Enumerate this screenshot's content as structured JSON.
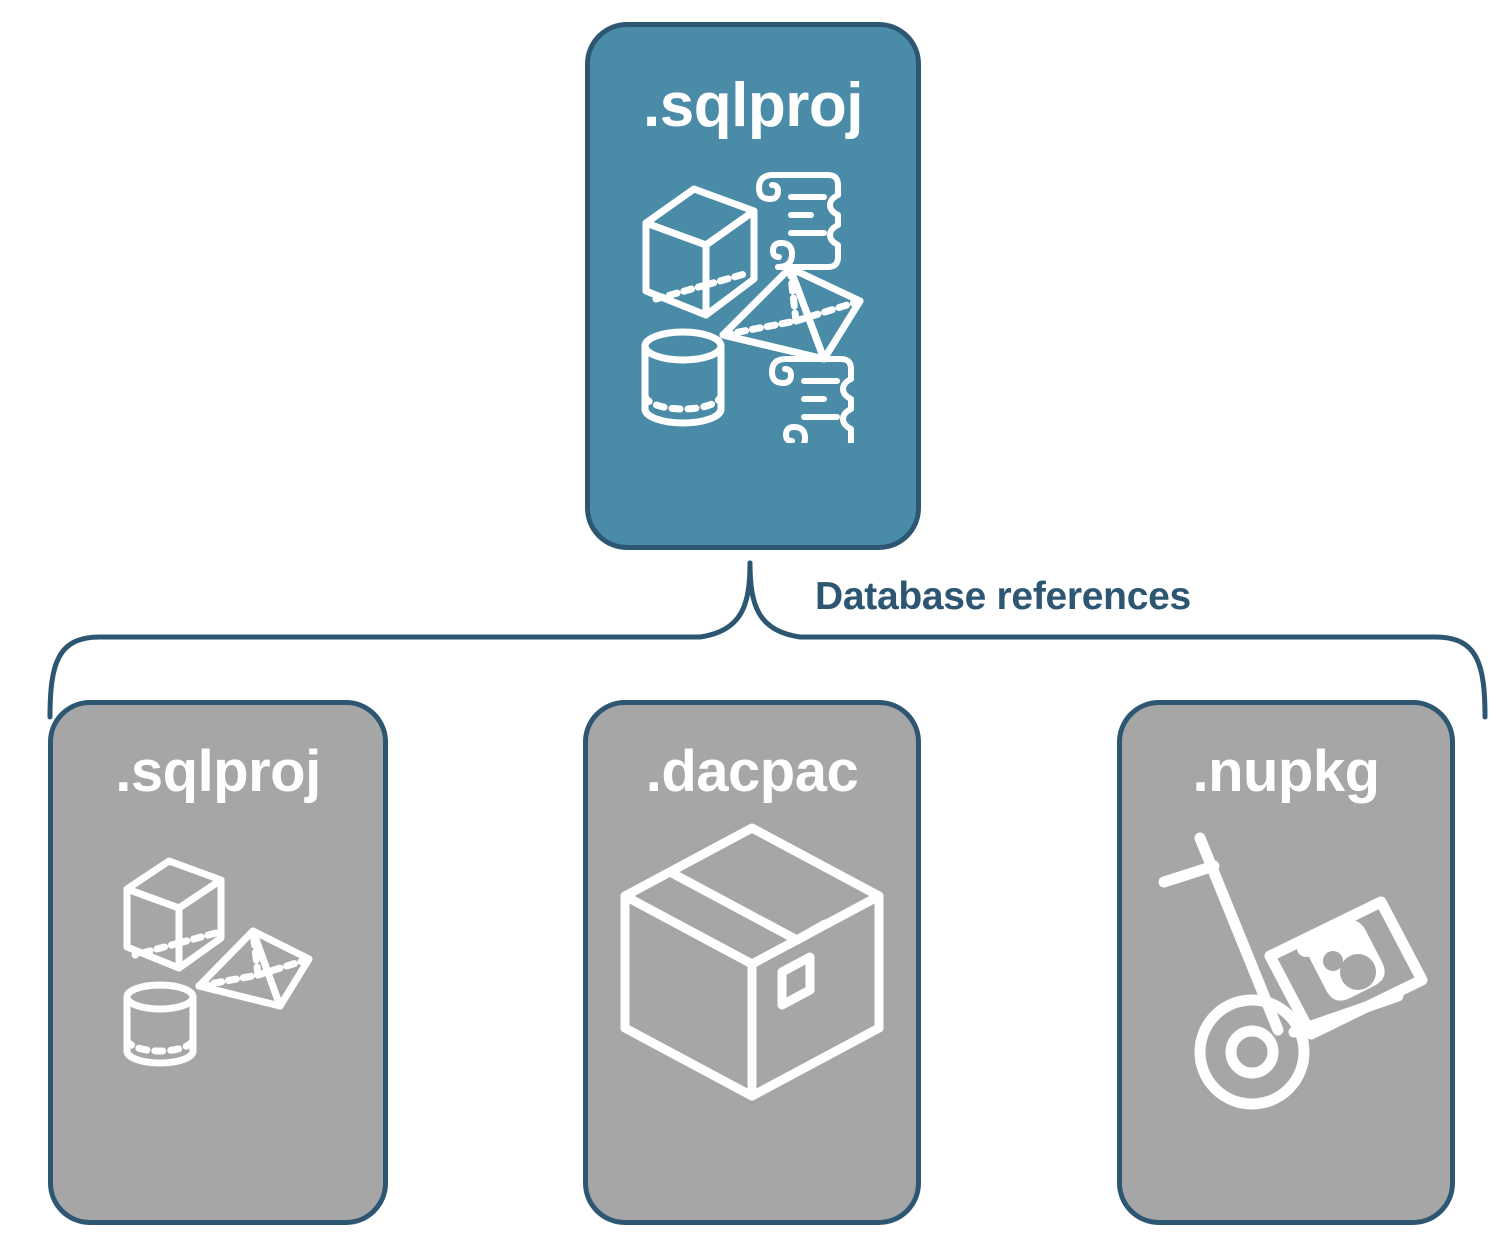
{
  "diagram": {
    "title": "Database references",
    "colors": {
      "accent_fill": "#4a8ba8",
      "outline": "#2d5673",
      "neutral_fill": "#a6a6a6",
      "icon_stroke": "#ffffff",
      "background": "#ffffff"
    }
  },
  "root_card": {
    "label": ".sqlproj",
    "fill": "#4a8ba8",
    "icons": [
      "cube-icon",
      "scroll-icon",
      "pyramid-icon",
      "cylinder-icon",
      "scroll-icon"
    ]
  },
  "connector": {
    "label": "Database references",
    "style": "curly-brace",
    "color": "#2d5673"
  },
  "reference_cards": [
    {
      "label": ".sqlproj",
      "fill": "#a6a6a6",
      "icons": [
        "cube-icon",
        "pyramid-icon",
        "cylinder-icon"
      ]
    },
    {
      "label": ".dacpac",
      "fill": "#a6a6a6",
      "icons": [
        "package-box-icon"
      ]
    },
    {
      "label": ".nupkg",
      "fill": "#a6a6a6",
      "icons": [
        "hand-truck-nuget-icon"
      ]
    }
  ]
}
